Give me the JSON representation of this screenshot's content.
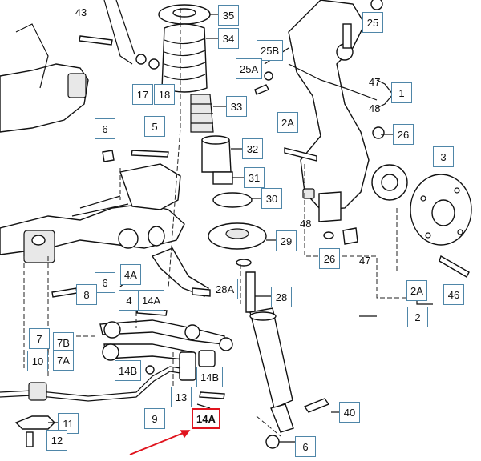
{
  "diagram": {
    "callouts": [
      {
        "id": "c43",
        "label": "43"
      },
      {
        "id": "c35",
        "label": "35"
      },
      {
        "id": "c25",
        "label": "25"
      },
      {
        "id": "c34",
        "label": "34"
      },
      {
        "id": "c25b",
        "label": "25B"
      },
      {
        "id": "c25a",
        "label": "25A"
      },
      {
        "id": "c17",
        "label": "17"
      },
      {
        "id": "c18",
        "label": "18"
      },
      {
        "id": "c1",
        "label": "1"
      },
      {
        "id": "c33",
        "label": "33"
      },
      {
        "id": "c2a_top",
        "label": "2A"
      },
      {
        "id": "c26_top",
        "label": "26"
      },
      {
        "id": "c6_top",
        "label": "6"
      },
      {
        "id": "c5",
        "label": "5"
      },
      {
        "id": "c32",
        "label": "32"
      },
      {
        "id": "c3",
        "label": "3"
      },
      {
        "id": "c31",
        "label": "31"
      },
      {
        "id": "c30",
        "label": "30"
      },
      {
        "id": "c29",
        "label": "29"
      },
      {
        "id": "c26_mid",
        "label": "26"
      },
      {
        "id": "c6_mid",
        "label": "6"
      },
      {
        "id": "c4a",
        "label": "4A"
      },
      {
        "id": "c8",
        "label": "8"
      },
      {
        "id": "c28a",
        "label": "28A"
      },
      {
        "id": "c28",
        "label": "28"
      },
      {
        "id": "c2a_bot",
        "label": "2A"
      },
      {
        "id": "c46",
        "label": "46"
      },
      {
        "id": "c2",
        "label": "2"
      },
      {
        "id": "c4",
        "label": "4"
      },
      {
        "id": "c14a_mid",
        "label": "14A"
      },
      {
        "id": "c7",
        "label": "7"
      },
      {
        "id": "c7b",
        "label": "7B"
      },
      {
        "id": "c7a",
        "label": "7A"
      },
      {
        "id": "c10",
        "label": "10"
      },
      {
        "id": "c14b_left",
        "label": "14B"
      },
      {
        "id": "c14b_right",
        "label": "14B"
      },
      {
        "id": "c13",
        "label": "13"
      },
      {
        "id": "c9",
        "label": "9"
      },
      {
        "id": "c14a_bot",
        "label": "14A"
      },
      {
        "id": "c40",
        "label": "40"
      },
      {
        "id": "c11",
        "label": "11"
      },
      {
        "id": "c12",
        "label": "12"
      },
      {
        "id": "c6_bot",
        "label": "6"
      }
    ],
    "plain_labels": [
      {
        "id": "p47_top",
        "label": "47"
      },
      {
        "id": "p48_top",
        "label": "48"
      },
      {
        "id": "p48_mid",
        "label": "48"
      },
      {
        "id": "p47_mid",
        "label": "47"
      }
    ],
    "highlighted_callout": "14A",
    "arrow_color": "#e0141e"
  }
}
